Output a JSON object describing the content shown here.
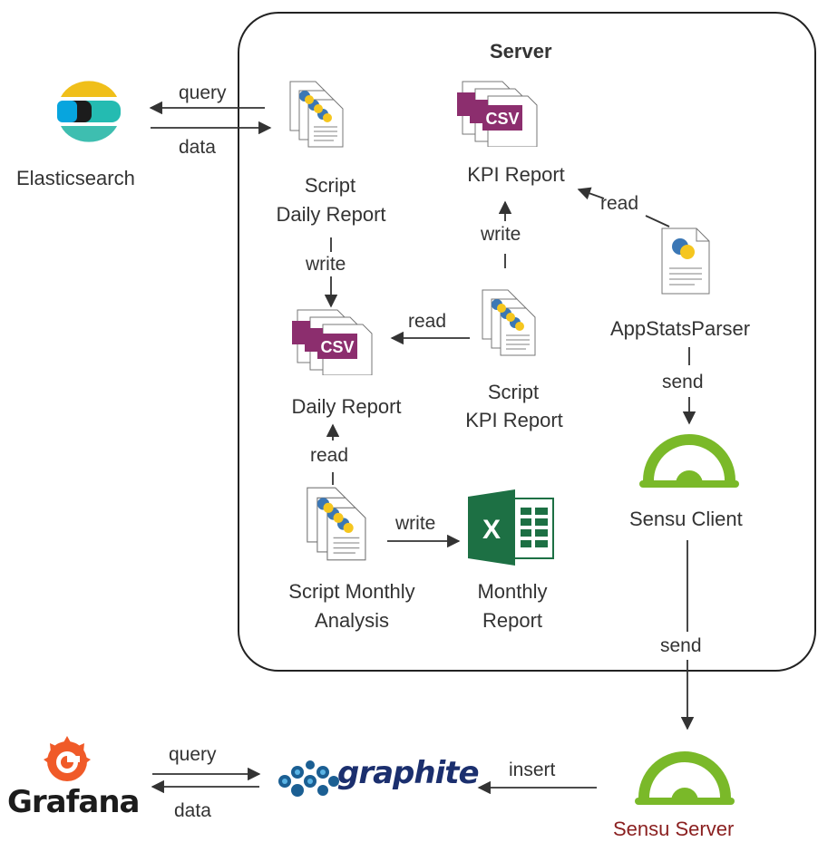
{
  "diagram": {
    "container_label": "Server",
    "nodes": {
      "elasticsearch": "Elasticsearch",
      "script_daily_report": [
        "Script",
        "Daily Report"
      ],
      "kpi_report": "KPI Report",
      "app_stats_parser": "AppStatsParser",
      "daily_report": "Daily Report",
      "script_kpi_report": [
        "Script",
        "KPI Report"
      ],
      "sensu_client": "Sensu Client",
      "script_monthly_analysis": [
        "Script Monthly",
        "Analysis"
      ],
      "monthly_report": [
        "Monthly",
        "Report"
      ],
      "grafana": "Grafana",
      "graphite": "graphite",
      "sensu_server": "Sensu Server"
    },
    "edges": {
      "es_query": "query",
      "es_data": "data",
      "daily_write": "write",
      "kpi_write": "write",
      "parser_read": "read",
      "kpi_read": "read",
      "monthly_read": "read",
      "monthly_write": "write",
      "parser_send": "send",
      "client_send": "send",
      "grafana_query": "query",
      "grafana_data": "data",
      "insert": "insert"
    },
    "icon_badges": {
      "csv": "CSV",
      "excel": "X"
    },
    "colors": {
      "sensu_green": "#7ab929",
      "csv_purple": "#8c2e6e",
      "excel_green": "#1d7044",
      "grafana_orange": "#f05a28",
      "graphite_blue": "#1b2f6e",
      "sensu_server_label": "#8a1f1f"
    }
  }
}
